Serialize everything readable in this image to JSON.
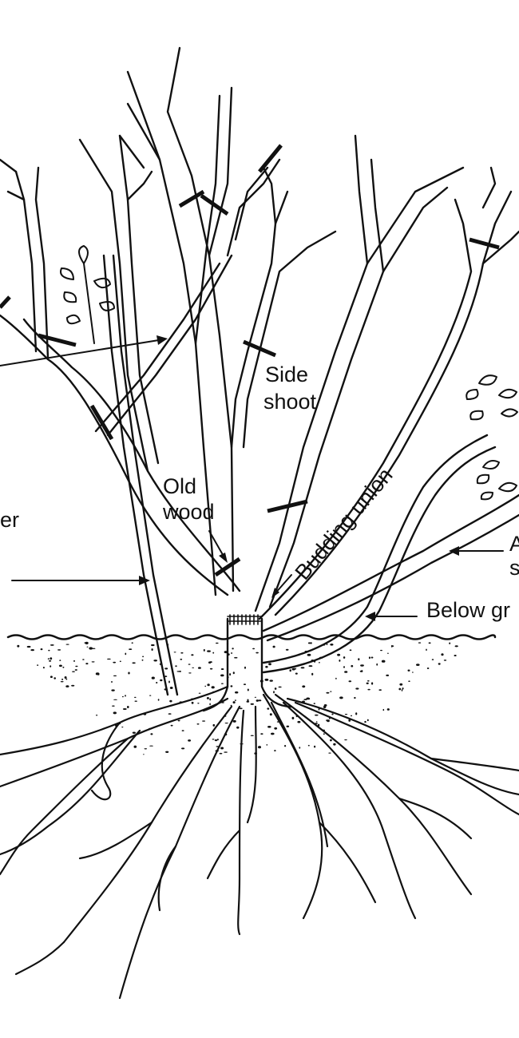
{
  "labels": {
    "side_shoot_line1": "Side",
    "side_shoot_line2": "shoot",
    "old_wood_line1": "Old",
    "old_wood_line2": "wood",
    "budding_union": "Budding union",
    "below_ground_partial": "Below gr",
    "left_partial": "er",
    "right_partial_a": "A",
    "right_partial_s": "s"
  },
  "colors": {
    "ink": "#111111",
    "background": "#ffffff"
  }
}
